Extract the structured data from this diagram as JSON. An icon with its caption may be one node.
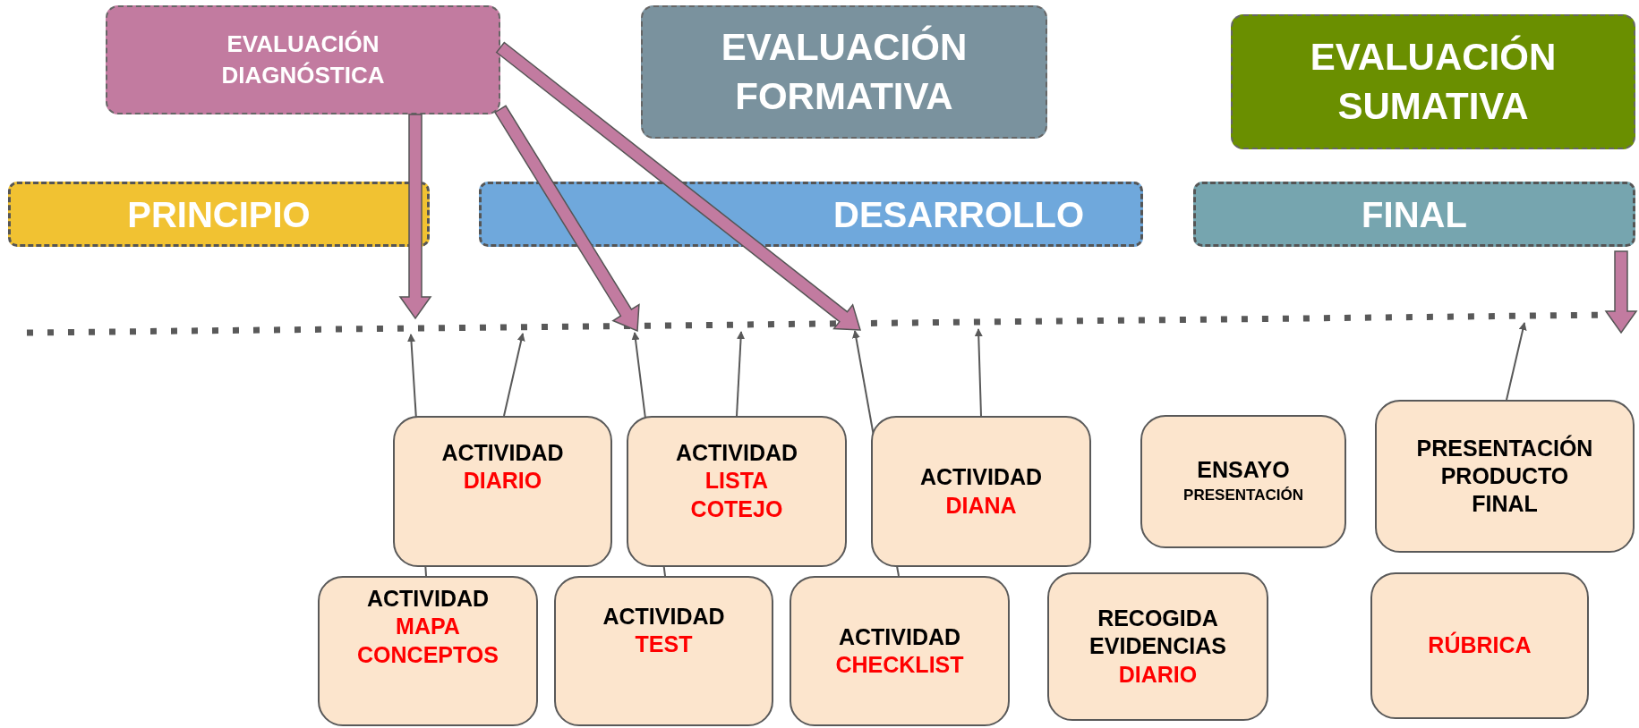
{
  "diagram": {
    "nodes": [
      {
        "text": [
          "EVALUACIÓN DIAGNÓSTICA"
        ]
      },
      {
        "text": [
          "EVALUACIÓN FORMATIVA"
        ]
      },
      {
        "text": [
          "EVALUACIÓN SUMATIVA"
        ]
      },
      {
        "text": [
          "PRINCIPIO"
        ]
      },
      {
        "text": [
          "DESARROLLO"
        ]
      },
      {
        "text": [
          "FINAL"
        ]
      },
      {
        "text": [
          "ACTIVIDAD",
          "DIARIO"
        ]
      },
      {
        "text": [
          "ACTIVIDAD",
          "LISTA COTEJO"
        ]
      },
      {
        "text": [
          "ACTIVIDAD",
          "DIANA"
        ]
      },
      {
        "text": [
          "ENSAYO",
          "PRESENTACIÓN"
        ]
      },
      {
        "text": [
          "PRESENTACIÓN PRODUCTO FINAL"
        ]
      },
      {
        "text": [
          "ACTIVIDAD",
          "MAPA CONCEPTOS"
        ]
      },
      {
        "text": [
          "ACTIVIDAD",
          "TEST"
        ]
      },
      {
        "text": [
          "ACTIVIDAD",
          "CHECKLIST"
        ]
      },
      {
        "text": [
          "RECOGIDA EVIDENCIAS",
          "DIARIO"
        ]
      },
      {
        "text": [
          "RÚBRICA"
        ]
      }
    ],
    "edges": [
      {
        "from": 0,
        "to": null,
        "arrow": "to",
        "style": "thick",
        "color": "#c27ba0"
      },
      {
        "from": 0,
        "to": null,
        "arrow": "to",
        "style": "thick",
        "color": "#c27ba0"
      },
      {
        "from": 0,
        "to": null,
        "arrow": "to",
        "style": "thick",
        "color": "#c27ba0"
      },
      {
        "from": 5,
        "to": null,
        "arrow": "to",
        "style": "thick",
        "color": "#c27ba0"
      },
      {
        "from": 11,
        "to": null,
        "arrow": "to"
      },
      {
        "from": 6,
        "to": null,
        "arrow": "to"
      },
      {
        "from": 12,
        "to": null,
        "arrow": "to"
      },
      {
        "from": 7,
        "to": null,
        "arrow": "to"
      },
      {
        "from": 13,
        "to": null,
        "arrow": "to"
      },
      {
        "from": 8,
        "to": null,
        "arrow": "to"
      },
      {
        "from": 10,
        "to": null,
        "arrow": "to"
      }
    ]
  }
}
